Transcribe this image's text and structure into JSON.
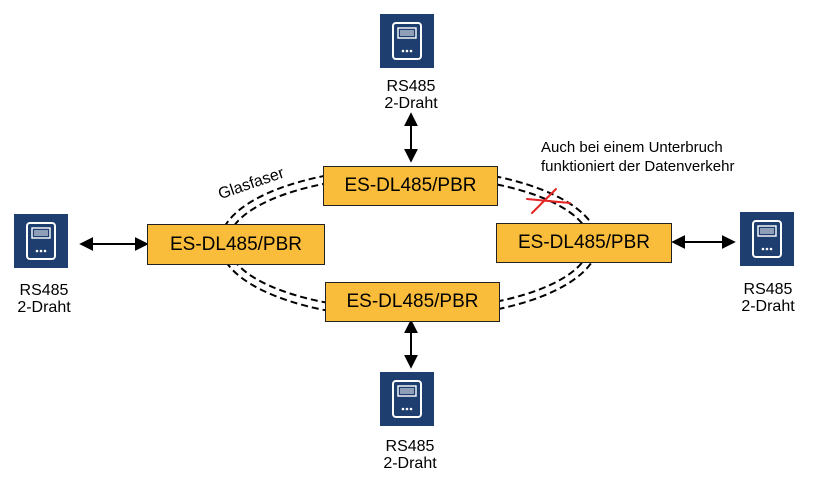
{
  "converter_label": "ES-DL485/PBR",
  "device_label": {
    "line1": "RS485",
    "line2": "2-Draht"
  },
  "fiber_label": "Glasfaser",
  "interruption_note": {
    "line1": "Auch bei einem Unterbruch",
    "line2": "funktioniert der Datenverkehr"
  },
  "colors": {
    "converter_fill": "#f9bd3b",
    "device_fill": "#1d3e6e",
    "break_mark": "#e52424"
  },
  "icons": {
    "device": "rs485-device-icon",
    "break": "cross-break-icon"
  }
}
